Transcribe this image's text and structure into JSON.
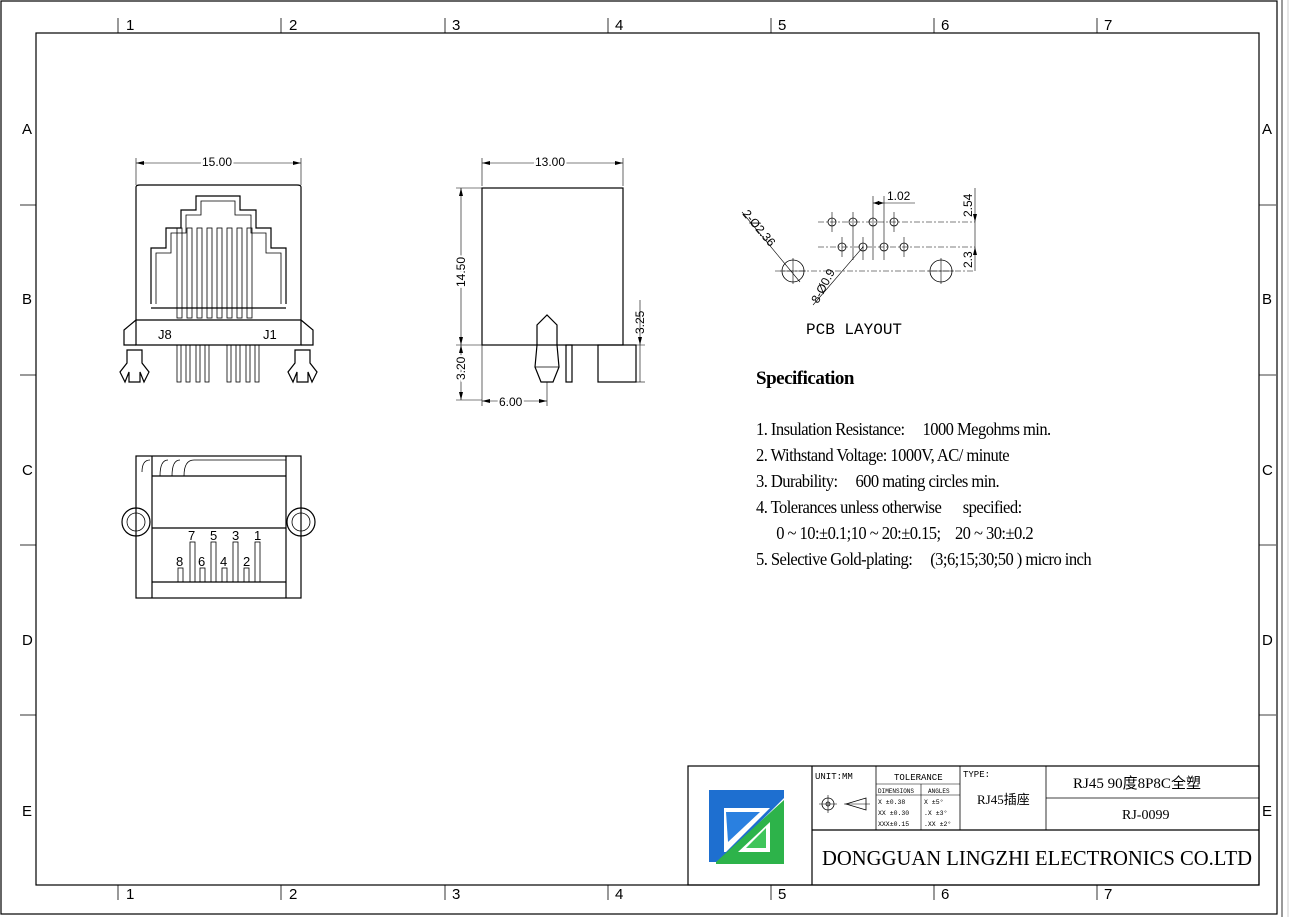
{
  "frame": {
    "top_zones": [
      "1",
      "2",
      "3",
      "4",
      "5",
      "6",
      "7"
    ],
    "bottom_zones": [
      "1",
      "2",
      "3",
      "4",
      "5",
      "6",
      "7"
    ],
    "left_zones": [
      "A",
      "B",
      "C",
      "D",
      "E"
    ],
    "right_zones": [
      "A",
      "B",
      "C",
      "D",
      "E"
    ]
  },
  "front_view": {
    "width_dim": "15.00",
    "label_j8": "J8",
    "label_j1": "J1"
  },
  "side_view": {
    "width_dim": "13.00",
    "height_dim": "14.50",
    "bottom_dim": "3.20",
    "right_dim": "3.25",
    "post_dim": "6.00"
  },
  "bottom_view": {
    "pins_top": [
      "7",
      "5",
      "3",
      "1"
    ],
    "pins_bottom": [
      "8",
      "6",
      "4",
      "2"
    ]
  },
  "pcb_layout": {
    "title": "PCB LAYOUT",
    "pitch_dim": "1.02",
    "row_dim": "2.54",
    "offset_dim": "2.3",
    "hole_large": "2-Ø2.36",
    "hole_small": "8-Ø0.9"
  },
  "specification": {
    "heading": "Specification",
    "items": [
      "1. Insulation Resistance:     1000 Megohms min.",
      "2. Withstand Voltage: 1000V, AC/ minute",
      "3. Durability:     600 mating circles min.",
      "4. Tolerances unless otherwise      specified:",
      "0 ~ 10:±0.1;10 ~ 20:±0.15;    20 ~ 30:±0.2",
      "5. Selective Gold-plating:     (3;6;15;30;50 ) micro inch"
    ]
  },
  "title_block": {
    "unit": "UNIT:MM",
    "tolerance": "TOLERANCE",
    "dimensions": "DIMENSIONS",
    "angles": "ANGLES",
    "tol_rows": [
      {
        "dim": "X   ±0.38",
        "ang": "X   ±5°"
      },
      {
        "dim": "XX  ±0.30",
        "ang": ".X   ±3°"
      },
      {
        "dim": "XXX±0.15",
        "ang": ".XX ±2°"
      }
    ],
    "type_label": "TYPE:",
    "type_value": "RJ45插座",
    "part_name": "RJ45 90度8P8C全塑",
    "part_number": "RJ-0099",
    "company": "DONGGUAN LINGZHI ELECTRONICS CO.LTD",
    "logo_colors": [
      "#1e6fd0",
      "#2db34a"
    ]
  }
}
